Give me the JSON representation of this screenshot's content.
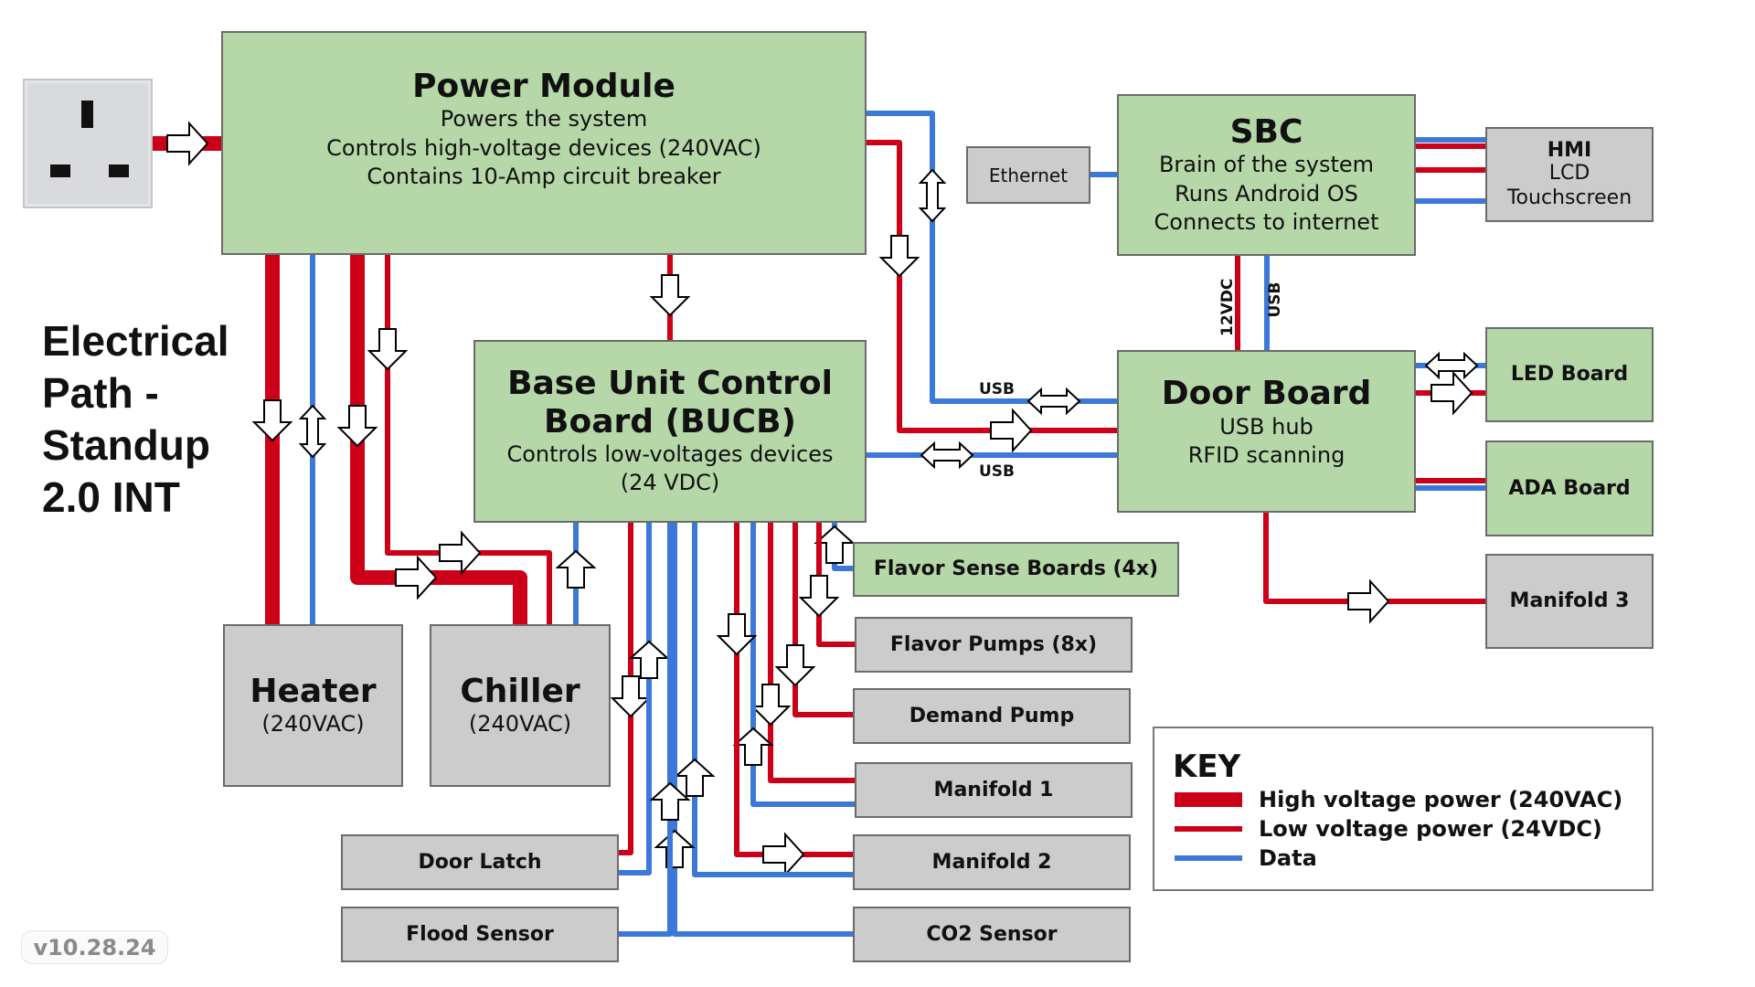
{
  "title": "Electrical\nPath -\nStandup\n2.0 INT",
  "version": "v10.28.24",
  "colors": {
    "high_voltage": "#cc0018",
    "low_voltage": "#cc0018",
    "data": "#3c78d8",
    "board_green": "#b6d7a8",
    "device_gray": "#cccccc"
  },
  "nodes": {
    "outlet": {
      "name": "wall-outlet",
      "icon": "uk-power-socket"
    },
    "power_module": {
      "title": "Power Module",
      "lines": [
        "Powers the system",
        "Controls high-voltage devices (240VAC)",
        "Contains 10-Amp circuit breaker"
      ]
    },
    "sbc": {
      "title": "SBC",
      "lines": [
        "Brain of the system",
        "Runs Android OS",
        "Connects to internet"
      ]
    },
    "ethernet": {
      "title": "Ethernet"
    },
    "hmi": {
      "title": "HMI",
      "lines": [
        "LCD",
        "Touchscreen"
      ]
    },
    "door_board": {
      "title": "Door Board",
      "lines": [
        "USB hub",
        "RFID scanning"
      ]
    },
    "led_board": {
      "title": "LED Board"
    },
    "ada_board": {
      "title": "ADA Board"
    },
    "manifold_3": {
      "title": "Manifold 3"
    },
    "bucb": {
      "title": "Base Unit Control Board (BUCB)",
      "lines": [
        "Controls low-voltages devices",
        "(24 VDC)"
      ]
    },
    "heater": {
      "title": "Heater",
      "lines": [
        "(240VAC)"
      ]
    },
    "chiller": {
      "title": "Chiller",
      "lines": [
        "(240VAC)"
      ]
    },
    "flavor_sense": {
      "title": "Flavor Sense Boards (4x)"
    },
    "flavor_pumps": {
      "title": "Flavor Pumps (8x)"
    },
    "demand_pump": {
      "title": "Demand Pump"
    },
    "manifold_1": {
      "title": "Manifold 1"
    },
    "manifold_2": {
      "title": "Manifold 2"
    },
    "co2_sensor": {
      "title": "CO2 Sensor"
    },
    "door_latch": {
      "title": "Door Latch"
    },
    "flood_sensor": {
      "title": "Flood Sensor"
    }
  },
  "wire_labels": {
    "usb_pm_door": "USB",
    "usb_bucb_door": "USB",
    "sbc_door_power": "12VDC",
    "sbc_door_data": "USB"
  },
  "connections": [
    {
      "from": "outlet",
      "to": "power_module",
      "type": "high_voltage",
      "direction": "to"
    },
    {
      "from": "power_module",
      "to": "heater",
      "type": "high_voltage",
      "direction": "to"
    },
    {
      "from": "power_module",
      "to": "heater",
      "type": "data",
      "direction": "both"
    },
    {
      "from": "power_module",
      "to": "chiller",
      "type": "high_voltage",
      "direction": "to"
    },
    {
      "from": "power_module",
      "to": "chiller",
      "type": "low_voltage",
      "direction": "to"
    },
    {
      "from": "bucb",
      "to": "chiller",
      "type": "data",
      "direction": "from"
    },
    {
      "from": "power_module",
      "to": "bucb",
      "type": "low_voltage",
      "direction": "to"
    },
    {
      "from": "power_module",
      "to": "door_board",
      "type": "data",
      "direction": "both",
      "label": "USB"
    },
    {
      "from": "power_module",
      "to": "door_board",
      "type": "low_voltage",
      "direction": "to"
    },
    {
      "from": "bucb",
      "to": "door_board",
      "type": "data",
      "direction": "both",
      "label": "USB"
    },
    {
      "from": "ethernet",
      "to": "sbc",
      "type": "data"
    },
    {
      "from": "sbc",
      "to": "hmi",
      "type": "data"
    },
    {
      "from": "sbc",
      "to": "hmi",
      "type": "low_voltage"
    },
    {
      "from": "sbc",
      "to": "door_board",
      "type": "low_voltage",
      "label": "12VDC"
    },
    {
      "from": "sbc",
      "to": "door_board",
      "type": "data",
      "label": "USB"
    },
    {
      "from": "door_board",
      "to": "led_board",
      "type": "data",
      "direction": "both"
    },
    {
      "from": "door_board",
      "to": "led_board",
      "type": "low_voltage",
      "direction": "to"
    },
    {
      "from": "door_board",
      "to": "ada_board",
      "type": "low_voltage"
    },
    {
      "from": "door_board",
      "to": "ada_board",
      "type": "data"
    },
    {
      "from": "door_board",
      "to": "manifold_3",
      "type": "low_voltage",
      "direction": "to"
    },
    {
      "from": "bucb",
      "to": "flavor_sense",
      "type": "data",
      "direction": "from"
    },
    {
      "from": "bucb",
      "to": "flavor_pumps",
      "type": "low_voltage",
      "direction": "to"
    },
    {
      "from": "bucb",
      "to": "demand_pump",
      "type": "low_voltage",
      "direction": "to"
    },
    {
      "from": "bucb",
      "to": "manifold_1",
      "type": "low_voltage",
      "direction": "to"
    },
    {
      "from": "bucb",
      "to": "manifold_1",
      "type": "data",
      "direction": "from"
    },
    {
      "from": "bucb",
      "to": "manifold_2",
      "type": "low_voltage",
      "direction": "to"
    },
    {
      "from": "bucb",
      "to": "manifold_2",
      "type": "data",
      "direction": "from"
    },
    {
      "from": "bucb",
      "to": "co2_sensor",
      "type": "data",
      "direction": "from"
    },
    {
      "from": "bucb",
      "to": "door_latch",
      "type": "low_voltage",
      "direction": "to"
    },
    {
      "from": "bucb",
      "to": "door_latch",
      "type": "data",
      "direction": "from"
    },
    {
      "from": "bucb",
      "to": "flood_sensor",
      "type": "data",
      "direction": "from"
    }
  ],
  "key": {
    "title": "KEY",
    "items": [
      {
        "label": "High voltage power (240VAC)",
        "type": "high_voltage"
      },
      {
        "label": "Low voltage power (24VDC)",
        "type": "low_voltage"
      },
      {
        "label": "Data",
        "type": "data"
      }
    ]
  }
}
